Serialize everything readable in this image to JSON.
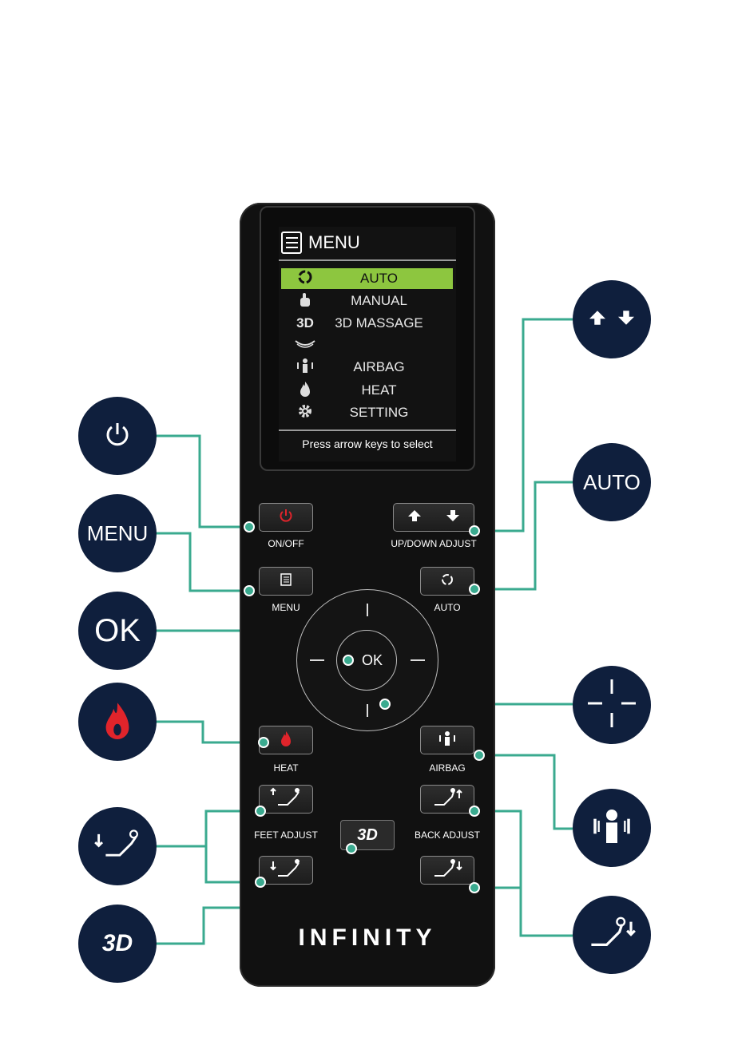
{
  "screen": {
    "title": "MENU",
    "items": [
      {
        "icon": "cycle-icon",
        "label": "AUTO",
        "active": true
      },
      {
        "icon": "thumb-icon",
        "label": "MANUAL",
        "active": false
      },
      {
        "icon": "3d-icon",
        "label": "3D MASSAGE",
        "active": false,
        "glyph": "3D"
      },
      {
        "icon": "foot-massage-icon",
        "label": "",
        "active": false
      },
      {
        "icon": "airbag-icon",
        "label": "AIRBAG",
        "active": false
      },
      {
        "icon": "flame-icon",
        "label": "HEAT",
        "active": false
      },
      {
        "icon": "gear-icon",
        "label": "SETTING",
        "active": false
      }
    ],
    "hint": "Press arrow keys to select"
  },
  "buttons": {
    "onoff": "ON/OFF",
    "updown": "UP/DOWN ADJUST",
    "menu": "MENU",
    "auto": "AUTO",
    "ok": "OK",
    "heat": "HEAT",
    "airbag": "AIRBAG",
    "feet_adjust": "FEET ADJUST",
    "back_adjust": "BACK ADJUST",
    "three_d": "3D"
  },
  "brand": "INFINITY",
  "callouts": {
    "menu": "MENU",
    "ok": "OK",
    "auto": "AUTO",
    "three_d": "3D"
  },
  "colors": {
    "callout_bg": "#0f1f3d",
    "connector": "#3aaa8f",
    "highlight": "#8dc63f",
    "heat_red": "#e0242b"
  }
}
